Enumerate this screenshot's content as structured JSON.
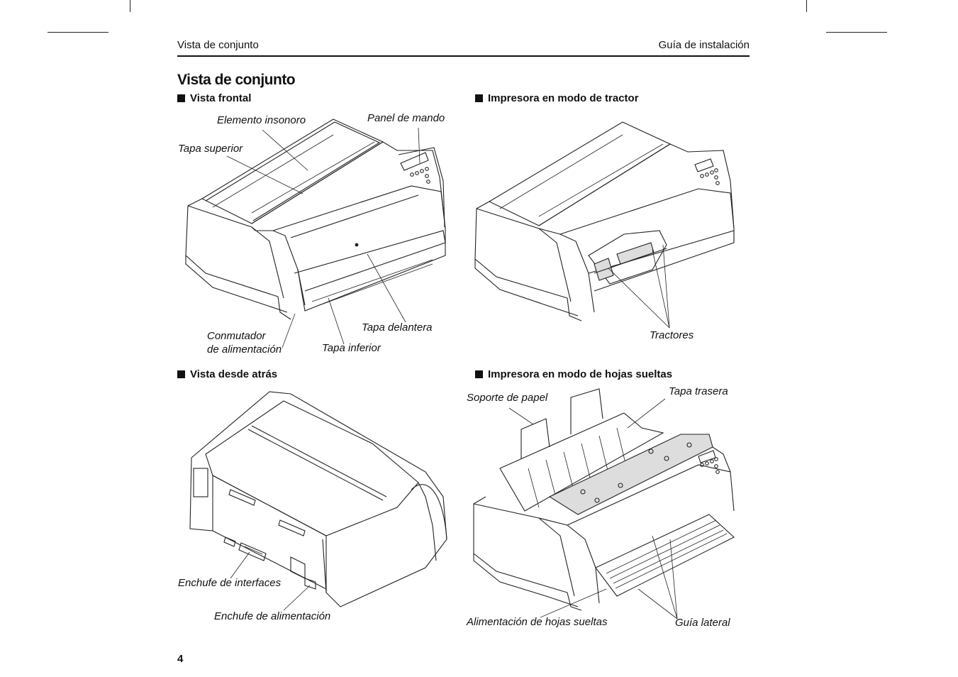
{
  "header": {
    "left": "Vista de conjunto",
    "right": "Guía de instalación"
  },
  "title": "Vista de conjunto",
  "sections": {
    "front": {
      "heading": "Vista frontal",
      "labels": {
        "sound": "Elemento insonoro",
        "panel": "Panel de mando",
        "top_cover": "Tapa superior",
        "front_cover": "Tapa delantera",
        "power_switch_1": "Conmutador",
        "power_switch_2": "de alimentación",
        "bottom_cover": "Tapa inferior"
      }
    },
    "tractor": {
      "heading": "Impresora en modo de tractor",
      "labels": {
        "tractors": "Tractores"
      }
    },
    "rear": {
      "heading": "Vista desde atrás",
      "labels": {
        "interface": "Enchufe de interfaces",
        "power_socket": "Enchufe de alimentación"
      }
    },
    "sheet": {
      "heading": "Impresora en modo de hojas sueltas",
      "labels": {
        "paper_support": "Soporte de papel",
        "rear_cover": "Tapa trasera",
        "sheet_feed": "Alimentación de hojas sueltas",
        "side_guide": "Guía lateral"
      }
    }
  },
  "page_number": "4"
}
